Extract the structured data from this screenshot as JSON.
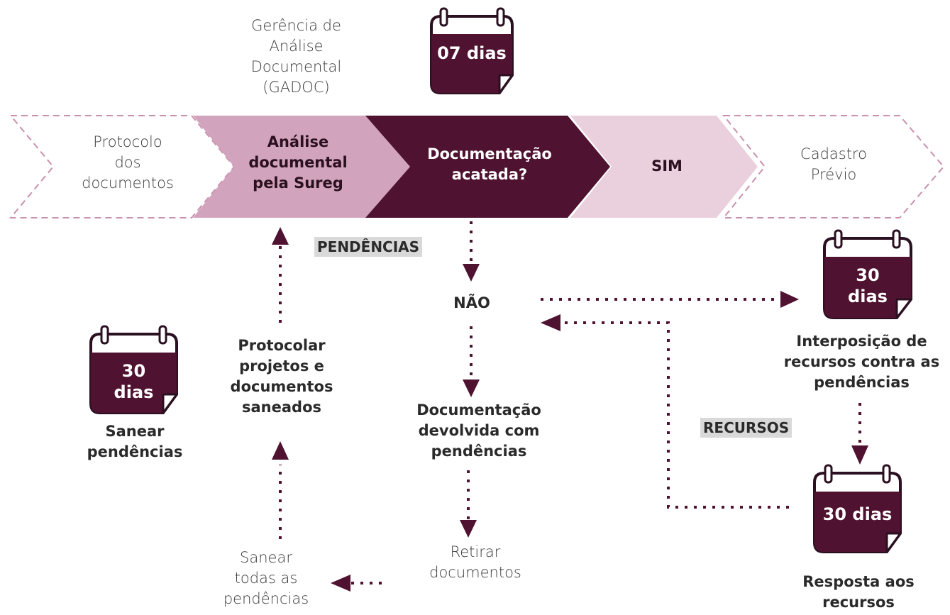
{
  "steps": {
    "protocolo": [
      "Protocolo",
      "dos",
      "documentos"
    ],
    "analise": [
      "Análise",
      "documental",
      "pela Sureg"
    ],
    "acatada": [
      "Documentação",
      "acatada?"
    ],
    "sim": "SIM",
    "cadastro": [
      "Cadastro",
      "Prévio"
    ]
  },
  "gadoc": [
    "Gerência de",
    "Análise",
    "Documental",
    "(GADOC)"
  ],
  "tags": {
    "pendencias": "PENDÊNCIAS",
    "recursos": "RECURSOS"
  },
  "nodes": {
    "nao": "NÃO",
    "devolvida": [
      "Documentação",
      "devolvida com",
      "pendências"
    ],
    "retirar": [
      "Retirar",
      "documentos"
    ],
    "sanear_todas": [
      "Sanear",
      "todas as",
      "pendências"
    ],
    "protocolar": [
      "Protocolar",
      "projetos e",
      "documentos",
      "saneados"
    ],
    "sanear": [
      "Sanear",
      "pendências"
    ],
    "interposicao": [
      "Interposição de",
      "recursos contra as",
      "pendências"
    ],
    "resposta": [
      "Resposta aos",
      "recursos"
    ]
  },
  "calendars": {
    "gadoc": [
      "07 dias"
    ],
    "sanear": [
      "30",
      "dias"
    ],
    "interposicao": [
      "30",
      "dias"
    ],
    "resposta": [
      "30 dias"
    ]
  },
  "colors": {
    "dark": "#4f1230",
    "medium": "#d2a3bc",
    "light": "#ead0dc",
    "dashed": "#c990ad",
    "tag_bg": "#d9d9d9"
  }
}
